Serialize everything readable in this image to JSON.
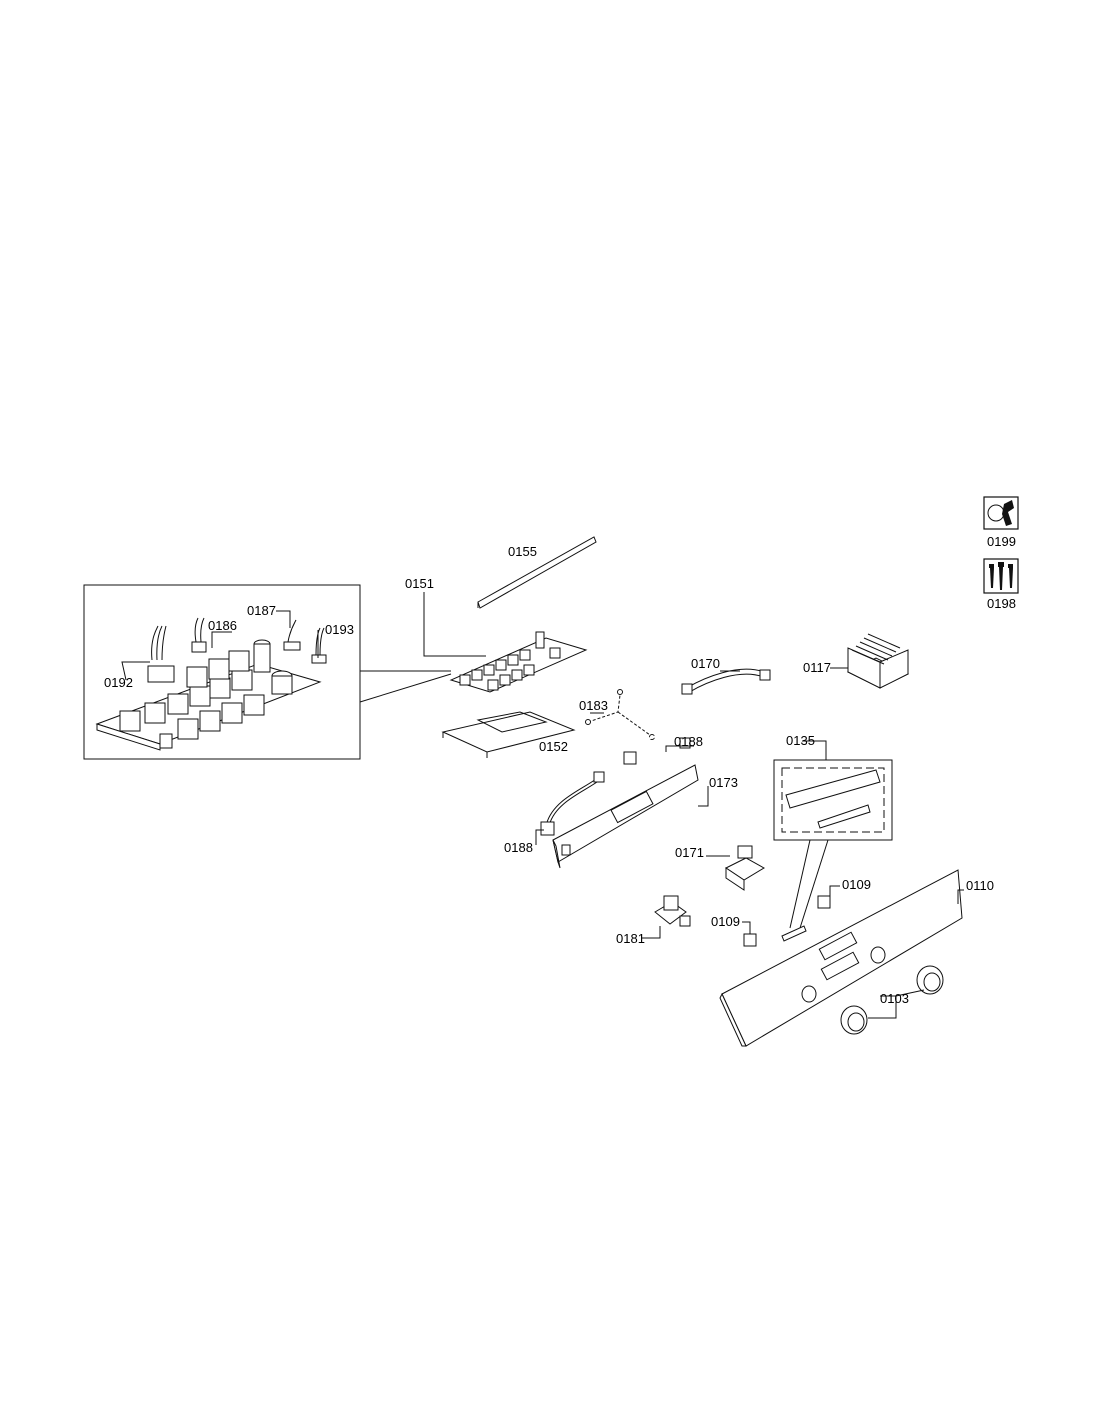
{
  "diagram": {
    "callouts": [
      {
        "id": "c0155",
        "text": "0155"
      },
      {
        "id": "c0151",
        "text": "0151"
      },
      {
        "id": "c0187",
        "text": "0187"
      },
      {
        "id": "c0186",
        "text": "0186"
      },
      {
        "id": "c0193",
        "text": "0193"
      },
      {
        "id": "c0192",
        "text": "0192"
      },
      {
        "id": "c0183",
        "text": "0183"
      },
      {
        "id": "c0152",
        "text": "0152"
      },
      {
        "id": "c0188a",
        "text": "0188"
      },
      {
        "id": "c0188b",
        "text": "0188"
      },
      {
        "id": "c0173",
        "text": "0173"
      },
      {
        "id": "c0170",
        "text": "0170"
      },
      {
        "id": "c0117",
        "text": "0117"
      },
      {
        "id": "c0135",
        "text": "0135"
      },
      {
        "id": "c0171",
        "text": "0171"
      },
      {
        "id": "c0109a",
        "text": "0109"
      },
      {
        "id": "c0109b",
        "text": "0109"
      },
      {
        "id": "c0110",
        "text": "0110"
      },
      {
        "id": "c0181",
        "text": "0181"
      },
      {
        "id": "c0103",
        "text": "0103"
      },
      {
        "id": "c0199",
        "text": "0199"
      },
      {
        "id": "c0198",
        "text": "0198"
      }
    ],
    "icons": [
      {
        "id": "i0199",
        "name": "wrench-service-icon"
      },
      {
        "id": "i0198",
        "name": "screws-set-icon"
      }
    ]
  }
}
